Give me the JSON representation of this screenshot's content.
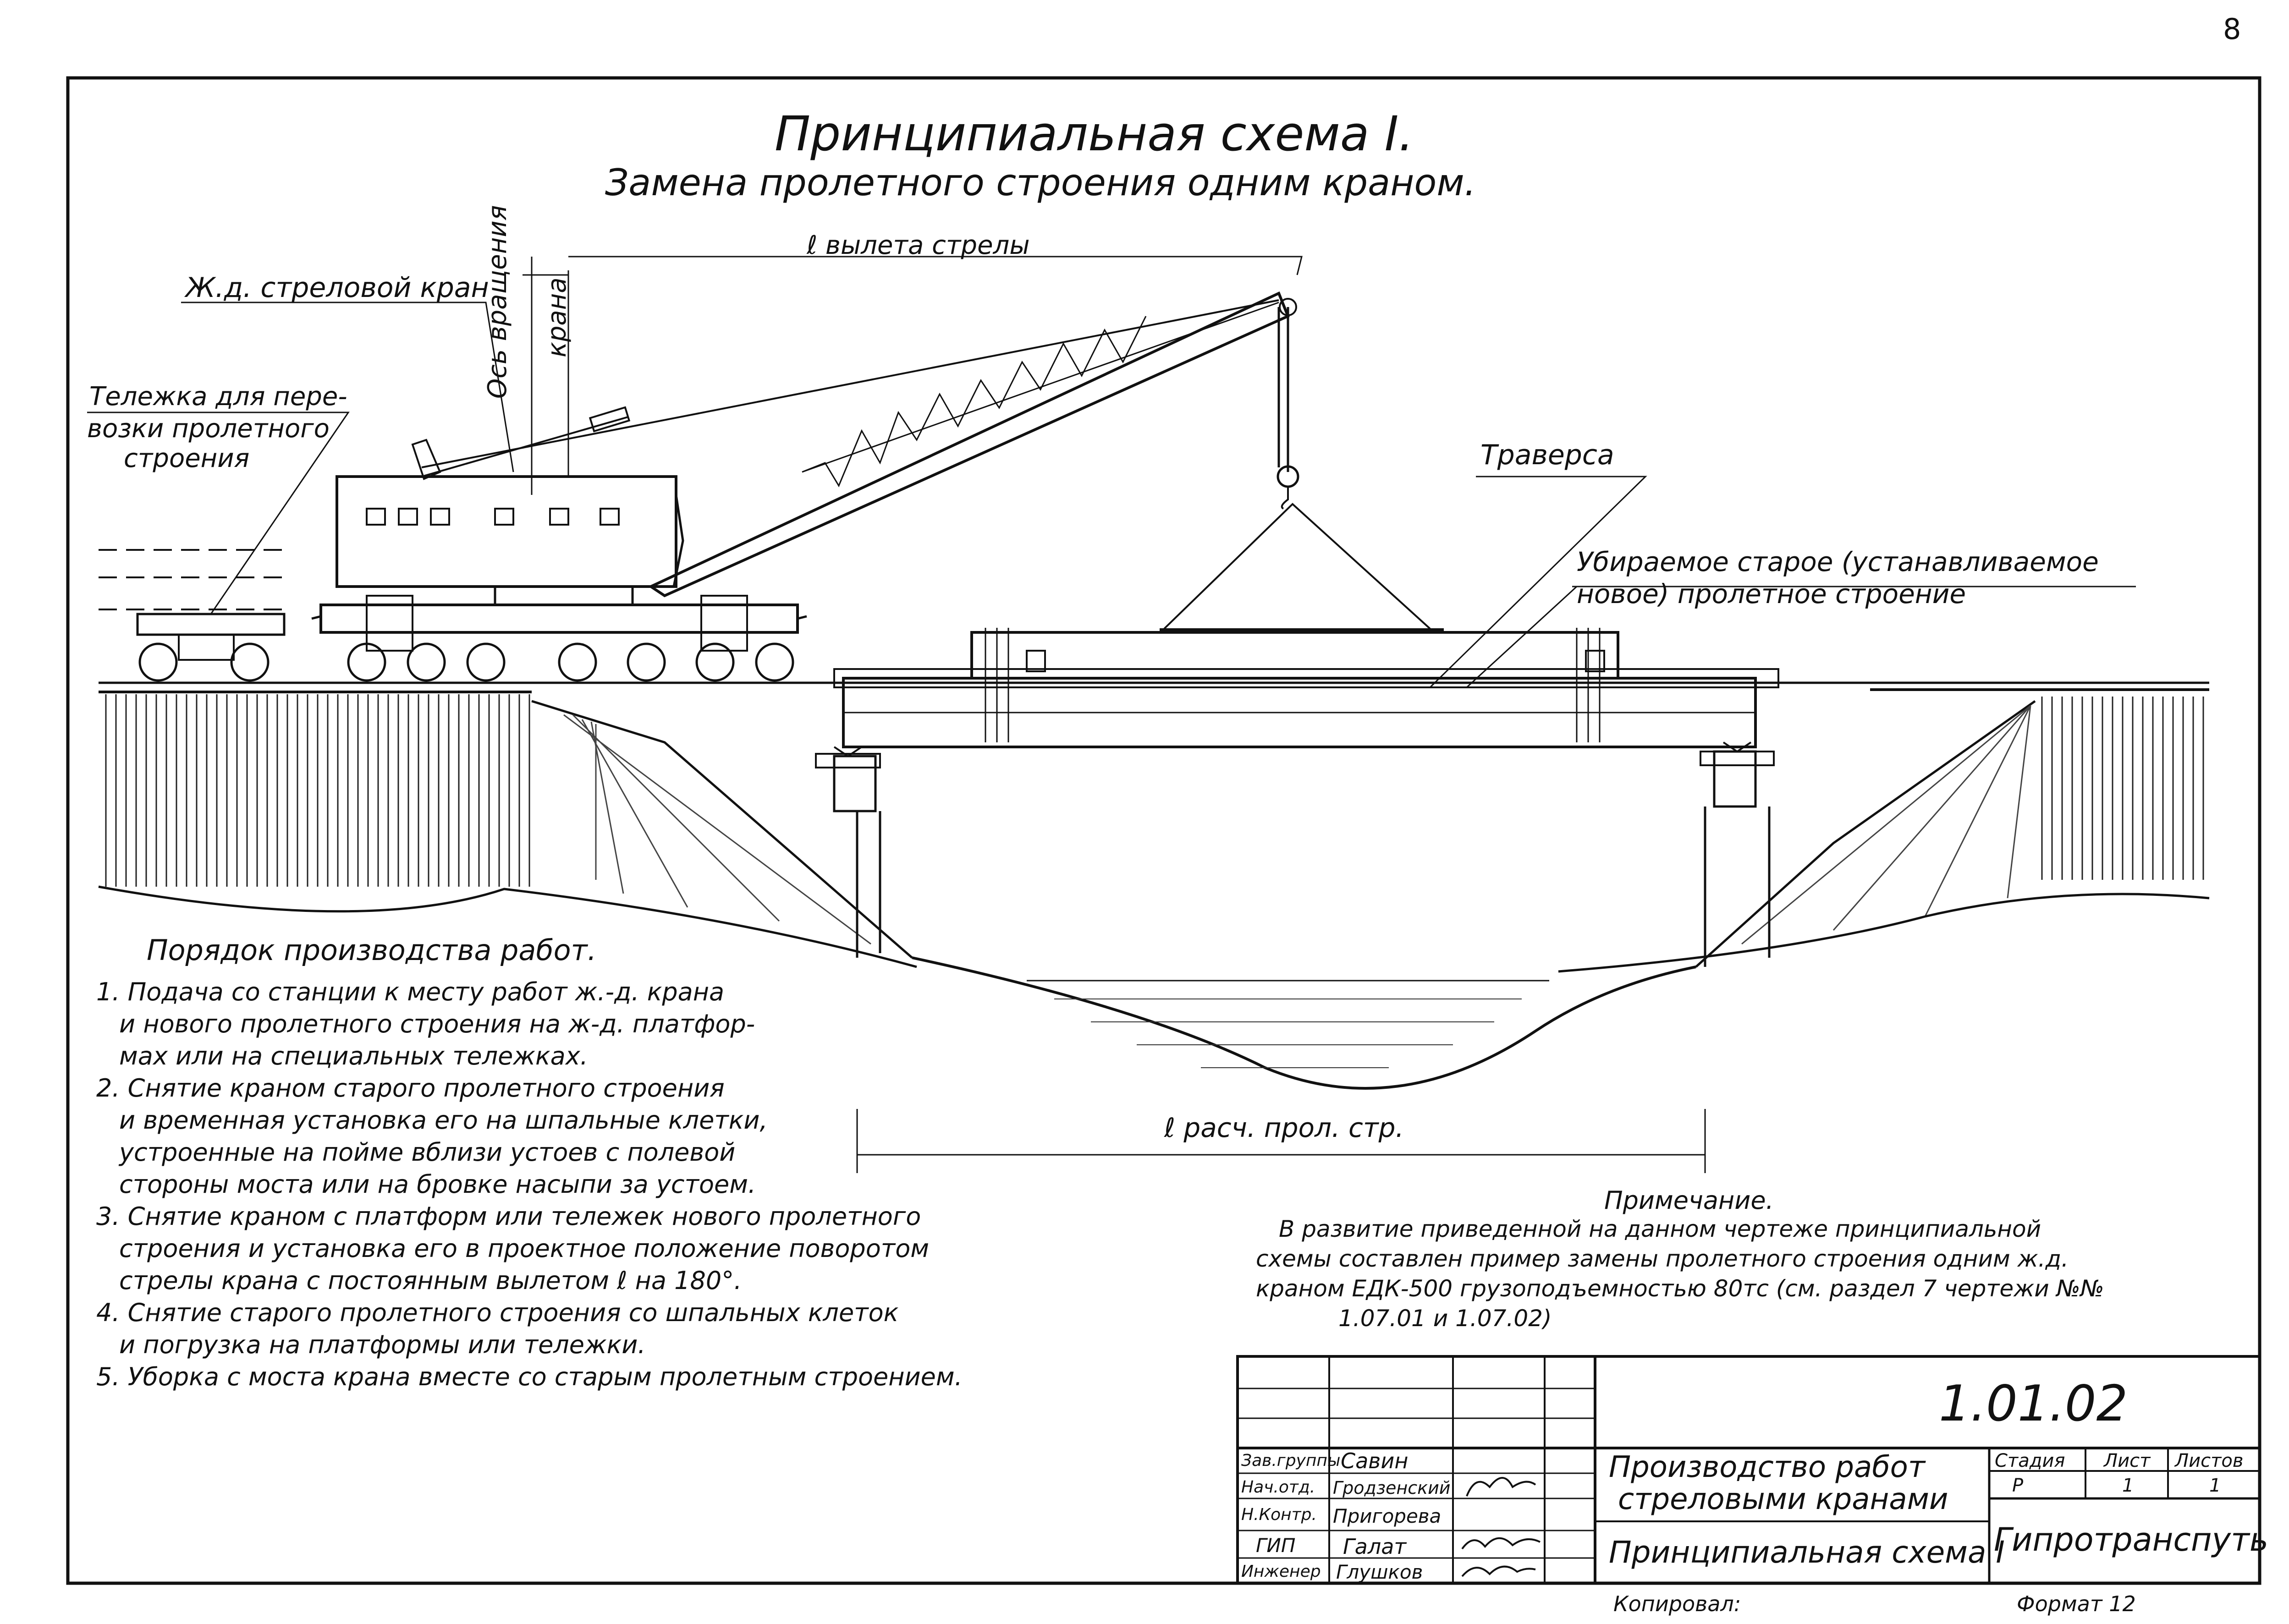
{
  "sheet_number": "8",
  "title": "Принципиальная схема I.",
  "subtitle": "Замена пролетного строения одним краном.",
  "labels": {
    "boom_reach": "ℓ вылета стрелы",
    "crane": "Ж.д. стреловой кран",
    "rotation_axis_1": "Ось вращения",
    "rotation_axis_2": "крана",
    "trolley_1": "Тележка для пере-",
    "trolley_2": "возки пролетного",
    "trolley_3": "строения",
    "traverse": "Траверса",
    "span_1": "Убираемое старое (устанавливаемое",
    "span_2": "новое) пролетное строение",
    "design_span": "ℓ расч. прол. стр."
  },
  "work_order": {
    "heading": "Порядок производства работ.",
    "lines": [
      "1. Подача со станции к месту работ ж.-д. крана",
      "и нового пролетного строения на ж-д. платфор-",
      "мах или на специальных тележках.",
      "2. Снятие краном старого пролетного строения",
      "и временная установка его на шпальные клетки,",
      "устроенные на пойме вблизи устоев с полевой",
      "стороны моста или на бровке насыпи за устоем.",
      "3. Снятие краном с платформ или тележек нового пролетного",
      "строения и установка его в проектное положение поворотом",
      "стрелы крана с постоянным вылетом ℓ на 180°.",
      "4. Снятие старого пролетного строения со шпальных клеток",
      "и погрузка на платформы или тележки.",
      "5. Уборка с моста крана вместе со старым пролетным строением."
    ]
  },
  "note": {
    "heading": "Примечание.",
    "lines": [
      "В развитие приведенной на данном чертеже принципиальной",
      "схемы составлен пример замены пролетного строения одним ж.д.",
      "краном ЕДК-500 грузоподъемностью 80тс (см. раздел 7 чертежи №№",
      "1.07.01 и    1.07.02)"
    ]
  },
  "title_block": {
    "doc_code": "1.01.02",
    "roles": [
      "Зав.группы",
      "Нач.отд.",
      "Н.Контр.",
      "ГИП",
      "Инженер"
    ],
    "names": [
      "Савин",
      "Гродзенский",
      "Пригорева",
      "Галат",
      "Глушков"
    ],
    "work_title_1": "Производство работ",
    "work_title_2": "стреловыми кранами",
    "sheet_title": "Принципиальная схема I",
    "stage_label": "Стадия",
    "sheet_label": "Лист",
    "sheets_label": "Листов",
    "stage": "Р",
    "sheet": "1",
    "sheets": "1",
    "organization": "Гипротранспуть"
  },
  "footer": {
    "copied": "Копировал:",
    "format": "Формат 12"
  }
}
